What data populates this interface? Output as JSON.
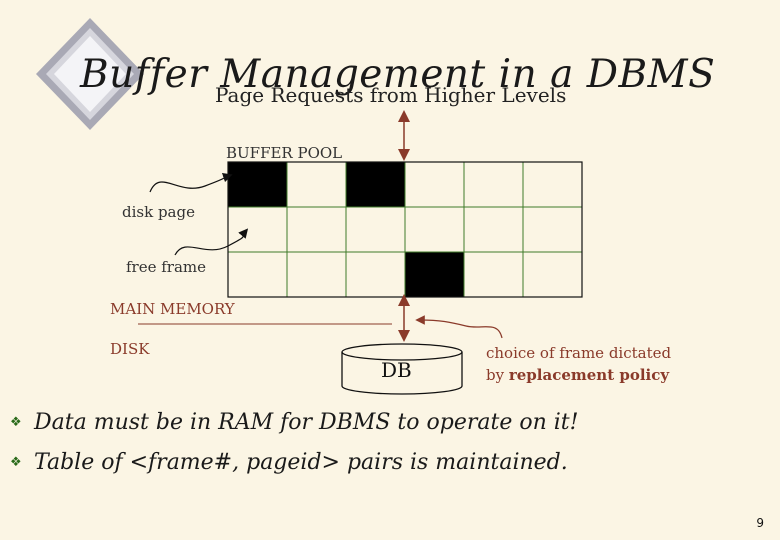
{
  "title": "Buffer Management in a DBMS",
  "subtitle": "Page Requests from Higher Levels",
  "diagram": {
    "buffer_pool_label": "BUFFER POOL",
    "disk_page_label": "disk page",
    "free_frame_label": "free frame",
    "main_memory_label": "MAIN MEMORY",
    "disk_label": "DISK",
    "db_label": "DB",
    "choice_label_line1": "choice of frame dictated",
    "choice_label_line2_prefix": "by",
    "choice_label_line2_bold": "replacement policy",
    "grid": {
      "rows": 3,
      "cols": 6,
      "filled_cells": [
        [
          0,
          0
        ],
        [
          0,
          2
        ],
        [
          2,
          3
        ]
      ]
    }
  },
  "bullets": [
    "Data must be in RAM for DBMS to operate on it!",
    "Table of <frame#, pageid> pairs is maintained."
  ],
  "page_number": "9",
  "colors": {
    "background": "#fbf5e4",
    "grid_lines": "#3f7a2a",
    "accent_red": "#8a3a2a",
    "bullet_mark": "#2a6a1a"
  }
}
